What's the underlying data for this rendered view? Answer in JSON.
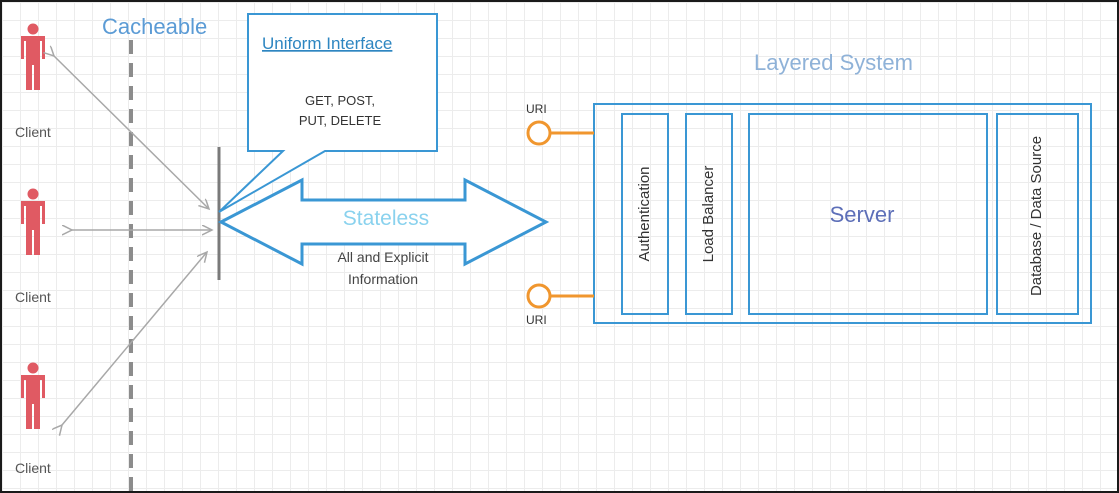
{
  "cacheable": {
    "title": "Cacheable"
  },
  "clients": [
    {
      "label": "Client"
    },
    {
      "label": "Client"
    },
    {
      "label": "Client"
    }
  ],
  "uniform_interface": {
    "title": "Uniform Interface",
    "methods_line1": "GET, POST,",
    "methods_line2": "PUT, DELETE"
  },
  "stateless": {
    "title": "Stateless",
    "info_line1": "All and Explicit",
    "info_line2": "Information"
  },
  "layered_system": {
    "title": "Layered System",
    "uri_top": "URI",
    "uri_bottom": "URI",
    "layers": {
      "authentication": "Authentication",
      "load_balancer": "Load Balancer",
      "server": "Server",
      "database": "Database / Data Source"
    }
  },
  "colors": {
    "client": "#e05a63",
    "blue": "#3a97d4",
    "uri": "#f0962e",
    "arrow_gray": "#a8a8a8"
  }
}
